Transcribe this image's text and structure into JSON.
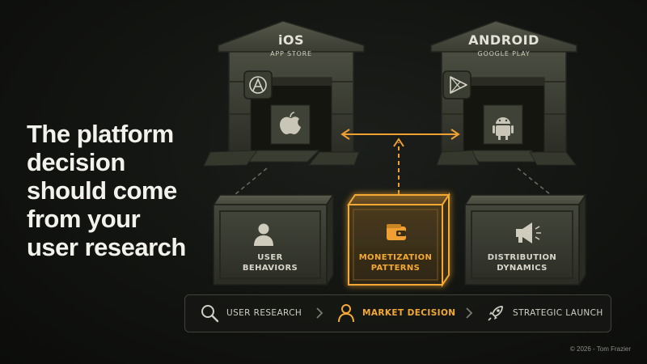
{
  "headline": [
    "The platform",
    "decision",
    "should come",
    "from your",
    "user research"
  ],
  "warehouses": [
    {
      "title": "iOS",
      "subtitle": "APP STORE"
    },
    {
      "title": "ANDROID",
      "subtitle": "GOOGLE PLAY"
    }
  ],
  "crates": [
    {
      "line1": "USER",
      "line2": "BEHAVIORS"
    },
    {
      "line1": "MONETIZATION",
      "line2": "PATTERNS"
    },
    {
      "line1": "DISTRIBUTION",
      "line2": "DYNAMICS"
    }
  ],
  "flow": [
    {
      "label": "USER RESEARCH",
      "icon": "magnifier-icon"
    },
    {
      "label": "MARKET DECISION",
      "icon": "person-icon"
    },
    {
      "label": "STRATEGIC LAUNCH",
      "icon": "rocket-icon"
    }
  ],
  "copyright": "© 2026 - Tom Frazier",
  "colors": {
    "accent": "#f5a935",
    "background": "#121411",
    "structure": "#3d4034"
  }
}
